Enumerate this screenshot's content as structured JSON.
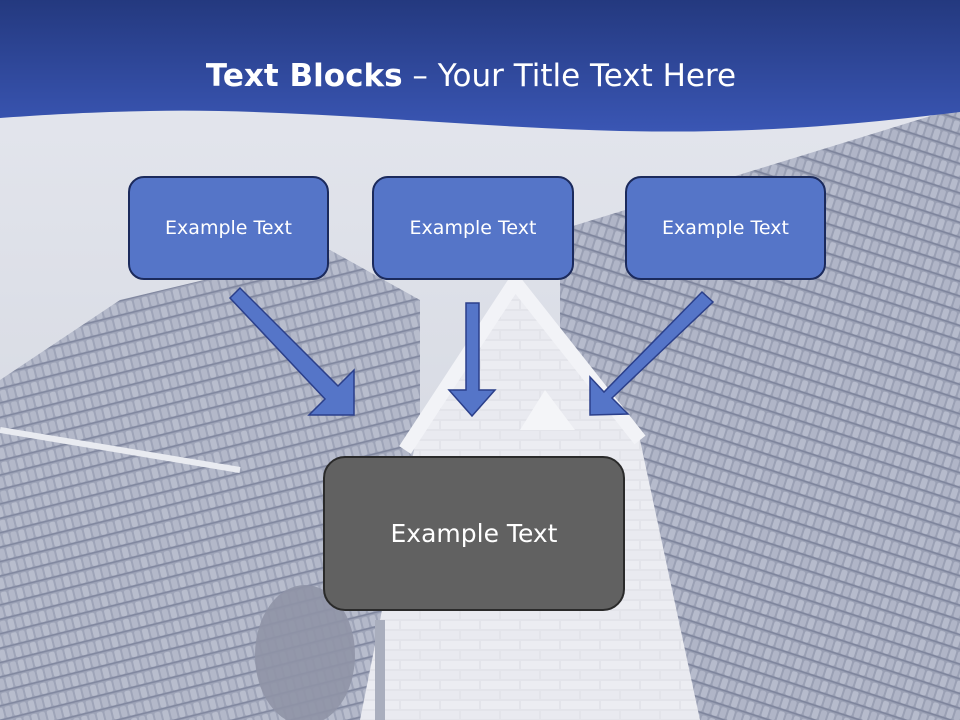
{
  "slide": {
    "title_bold": "Text Blocks",
    "title_dash": " – ",
    "title_rest": "Your Title Text Here",
    "top_blocks": [
      {
        "label": "Example Text"
      },
      {
        "label": "Example Text"
      },
      {
        "label": "Example Text"
      }
    ],
    "bottom_block": {
      "label": "Example Text"
    }
  },
  "colors": {
    "header_blue": "#2d4496",
    "block_fill": "#5575c8",
    "block_border": "#1b2a5c",
    "bottom_fill": "#616161",
    "arrow_fill": "#5575c8",
    "arrow_stroke": "#2b3f8a"
  }
}
